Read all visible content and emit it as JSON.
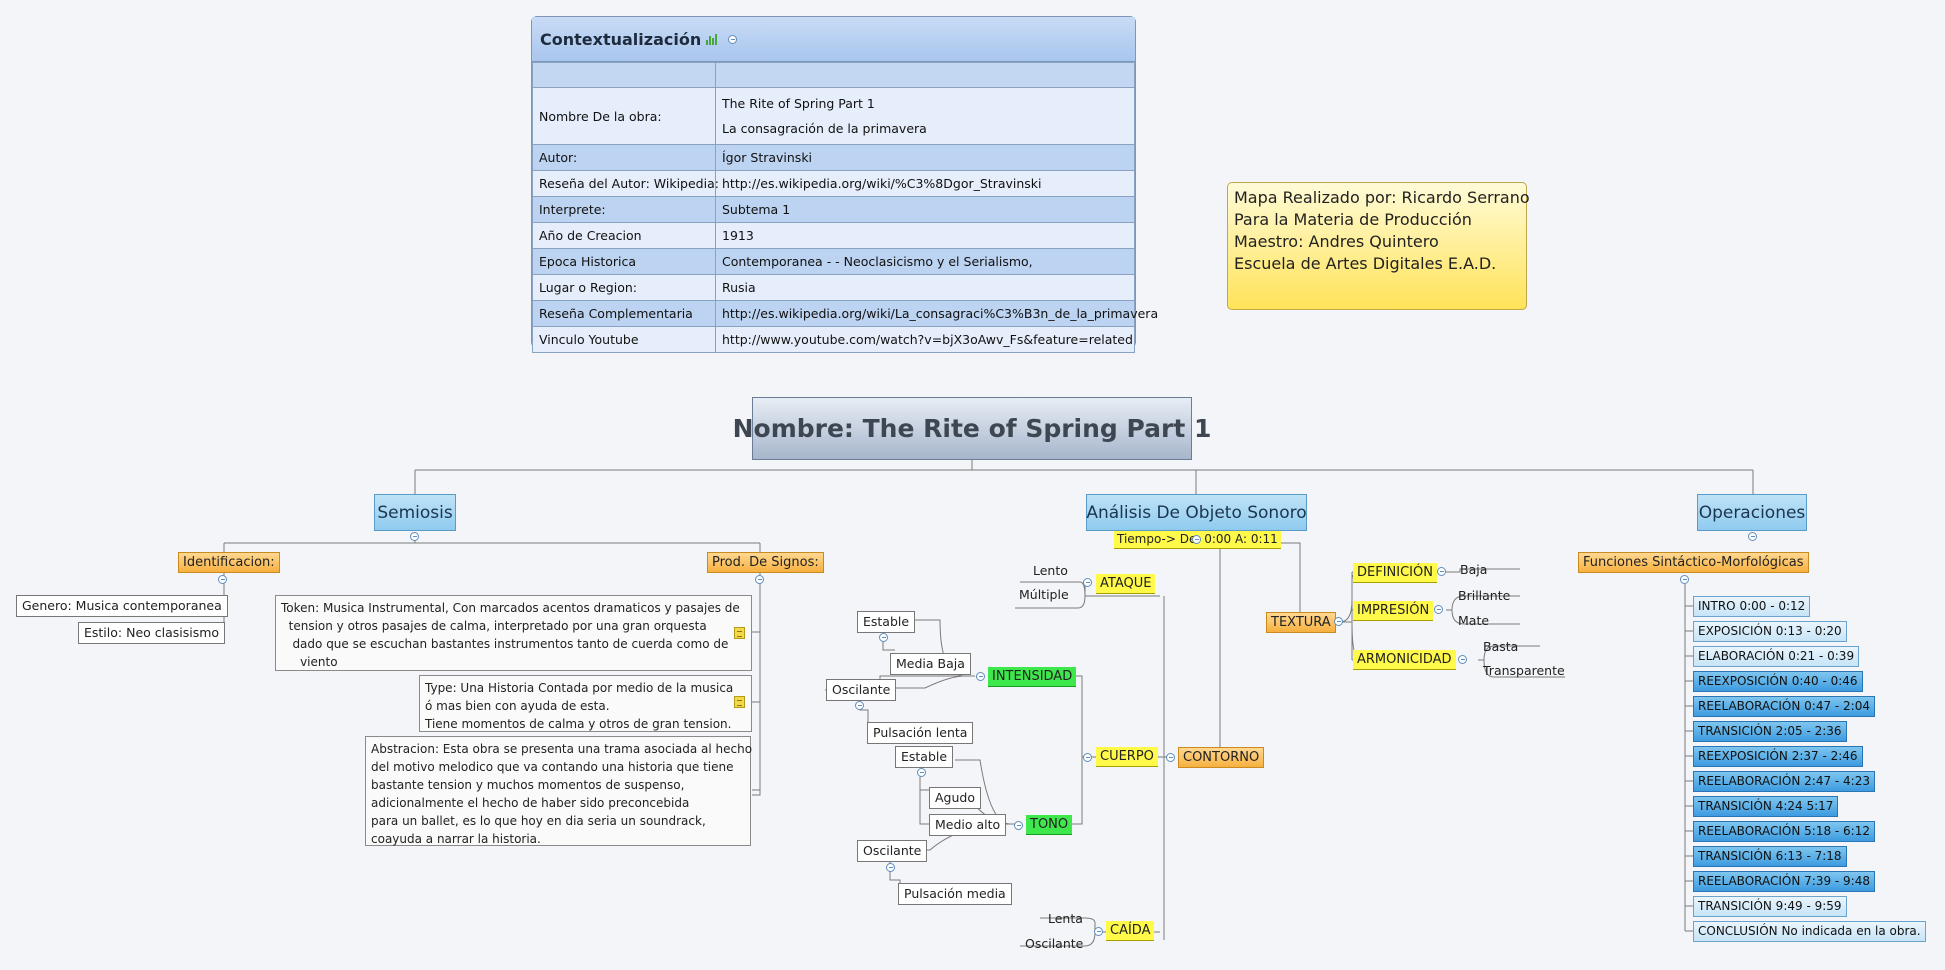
{
  "context": {
    "title": "Contextualización",
    "rows": [
      {
        "label": "Nombre De la obra:",
        "value1": "The Rite of Spring Part 1",
        "value2": "La consagración de la primavera"
      },
      {
        "label": "Autor:",
        "value1": "Ígor Stravinski"
      },
      {
        "label": "Reseña del Autor: Wikipedia:",
        "value1": "http://es.wikipedia.org/wiki/%C3%8Dgor_Stravinski"
      },
      {
        "label": "Interprete:",
        "value1": "Subtema 1"
      },
      {
        "label": "Año de Creacion",
        "value1": "1913"
      },
      {
        "label": "Epoca Historica",
        "value1": "Contemporanea -  - Neoclasicismo y el Serialismo,"
      },
      {
        "label": "Lugar o Region:",
        "value1": "Rusia"
      },
      {
        "label": "Reseña Complementaria",
        "value1": "http://es.wikipedia.org/wiki/La_consagraci%C3%B3n_de_la_primavera"
      },
      {
        "label": "Vinculo Youtube",
        "value1": "http://www.youtube.com/watch?v=bjX3oAwv_Fs&feature=related"
      }
    ]
  },
  "credit": {
    "lines": [
      "Mapa Realizado por: Ricardo Serrano",
      "Para la Materia de Producción",
      "Maestro: Andres Quintero",
      "Escuela de Artes Digitales E.A.D."
    ]
  },
  "root": {
    "title": "Nombre: The Rite of Spring Part 1"
  },
  "semiosis": {
    "title": "Semiosis",
    "identificacion": {
      "label": "Identificacion:",
      "genero": "Genero: Musica contemporanea",
      "estilo": "Estilo: Neo clasisismo"
    },
    "prod": {
      "label": "Prod. De Signos:",
      "token": "Token: Musica Instrumental, Con marcados acentos dramaticos y pasajes de\n  tension y otros pasajes de calma, interpretado por una gran orquesta\n   dado que se escuchan bastantes instrumentos tanto de cuerda como de\n     viento",
      "type": "Type: Una Historia Contada por medio de la musica\nó mas bien con ayuda de esta.\nTiene momentos de calma y otros de gran tension.",
      "abstraccion": "Abstracion: Esta obra se presenta una trama asociada al hecho\ndel motivo melodico que va contando una historia que tiene\nbastante tension y muchos momentos de suspenso,\nadicionalmente el hecho de haber sido preconcebida\npara un ballet, es lo que hoy en dia seria un soundrack,\ncoayuda a narrar la historia."
    }
  },
  "analisis": {
    "title": "Análisis  De Objeto Sonoro",
    "tiempo": "Tiempo-> De: 0:00    A: 0:11",
    "contorno": "CONTORNO",
    "ataque": {
      "label": "ATAQUE",
      "children": [
        "Lento",
        "Múltiple"
      ]
    },
    "cuerpo": "CUERPO",
    "intensidad": {
      "label": "INTENSIDAD",
      "estable": "Estable",
      "media_baja": "Media Baja",
      "oscilante": "Oscilante",
      "pulsacion": "Pulsación lenta"
    },
    "tono": {
      "label": "TONO",
      "estable": "Estable",
      "agudo": "Agudo",
      "medio_alto": "Medio alto",
      "oscilante": "Oscilante",
      "pulsacion": "Pulsación media"
    },
    "caida": {
      "label": "CAÍDA",
      "children": [
        "Lenta",
        "Oscilante"
      ]
    },
    "textura": {
      "label": "TEXTURA",
      "definicion": {
        "label": "DEFINICIÓN",
        "children": [
          "Baja"
        ]
      },
      "impresion": {
        "label": "IMPRESIÓN",
        "children": [
          "Brillante",
          "Mate"
        ]
      },
      "armonicidad": {
        "label": "ARMONICIDAD",
        "children": [
          "Basta",
          "Transparente"
        ]
      }
    }
  },
  "operaciones": {
    "title": "Operaciones",
    "funciones": "Funciones Sintáctico-Morfológicas",
    "items": [
      {
        "text": "INTRO 0:00 - 0:12",
        "tone": "light"
      },
      {
        "text": "EXPOSICIÓN 0:13 - 0:20",
        "tone": "light"
      },
      {
        "text": "ELABORACIÓN 0:21 - 0:39",
        "tone": "light"
      },
      {
        "text": "REEXPOSICIÓN 0:40 - 0:46",
        "tone": "dark"
      },
      {
        "text": "REELABORACIÓN 0:47 - 2:04",
        "tone": "dark"
      },
      {
        "text": "TRANSICIÓN 2:05 - 2:36",
        "tone": "dark"
      },
      {
        "text": "REEXPOSICIÓN 2:37 - 2:46",
        "tone": "dark"
      },
      {
        "text": "REELABORACIÓN 2:47 - 4:23",
        "tone": "dark"
      },
      {
        "text": "TRANSICIÓN 4:24 5:17",
        "tone": "dark"
      },
      {
        "text": "REELABORACIÓN 5:18 - 6:12",
        "tone": "dark"
      },
      {
        "text": "TRANSICIÓN 6:13 - 7:18",
        "tone": "dark"
      },
      {
        "text": "REELABORACIÓN 7:39 - 9:48",
        "tone": "dark"
      },
      {
        "text": "TRANSICIÓN 9:49 - 9:59",
        "tone": "light"
      },
      {
        "text": "CONCLUSIÓN No indicada en la obra.",
        "tone": "light"
      }
    ]
  }
}
